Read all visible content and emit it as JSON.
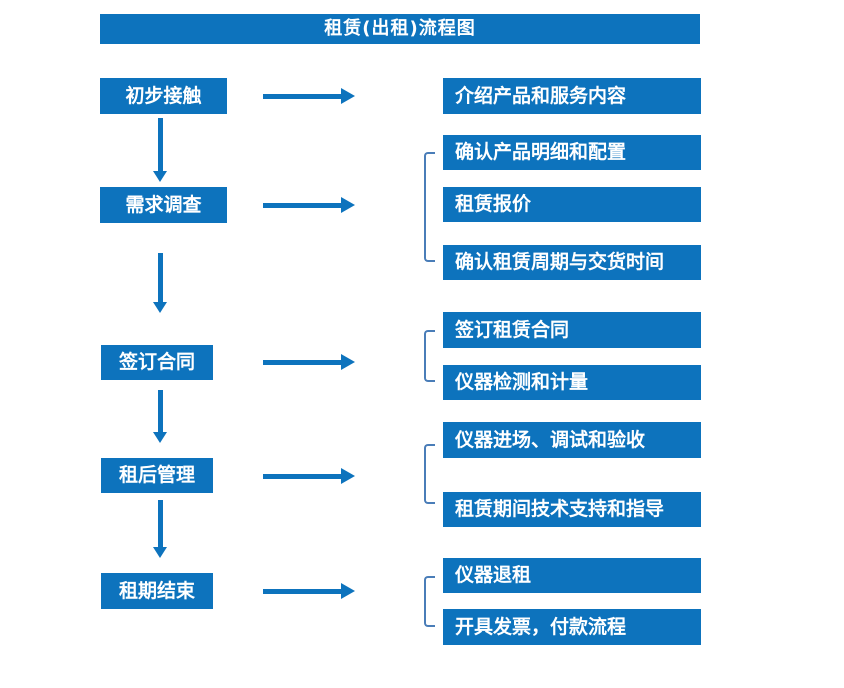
{
  "title": "租赁(出租)流程图",
  "colors": {
    "box_blue": "#0d73bd",
    "bracket_blue": "#4a7db8",
    "text_white": "#ffffff",
    "background": "#ffffff"
  },
  "steps": [
    {
      "label": "初步接触",
      "outputs": [
        "介绍产品和服务内容"
      ]
    },
    {
      "label": "需求调查",
      "outputs": [
        "确认产品明细和配置",
        "租赁报价",
        "确认租赁周期与交货时间"
      ]
    },
    {
      "label": "签订合同",
      "outputs": [
        "签订租赁合同",
        "仪器检测和计量"
      ]
    },
    {
      "label": "租后管理",
      "outputs": [
        "仪器进场、调试和验收",
        "租赁期间技术支持和指导"
      ]
    },
    {
      "label": "租期结束",
      "outputs": [
        "仪器退租",
        "开具发票，付款流程"
      ]
    }
  ]
}
